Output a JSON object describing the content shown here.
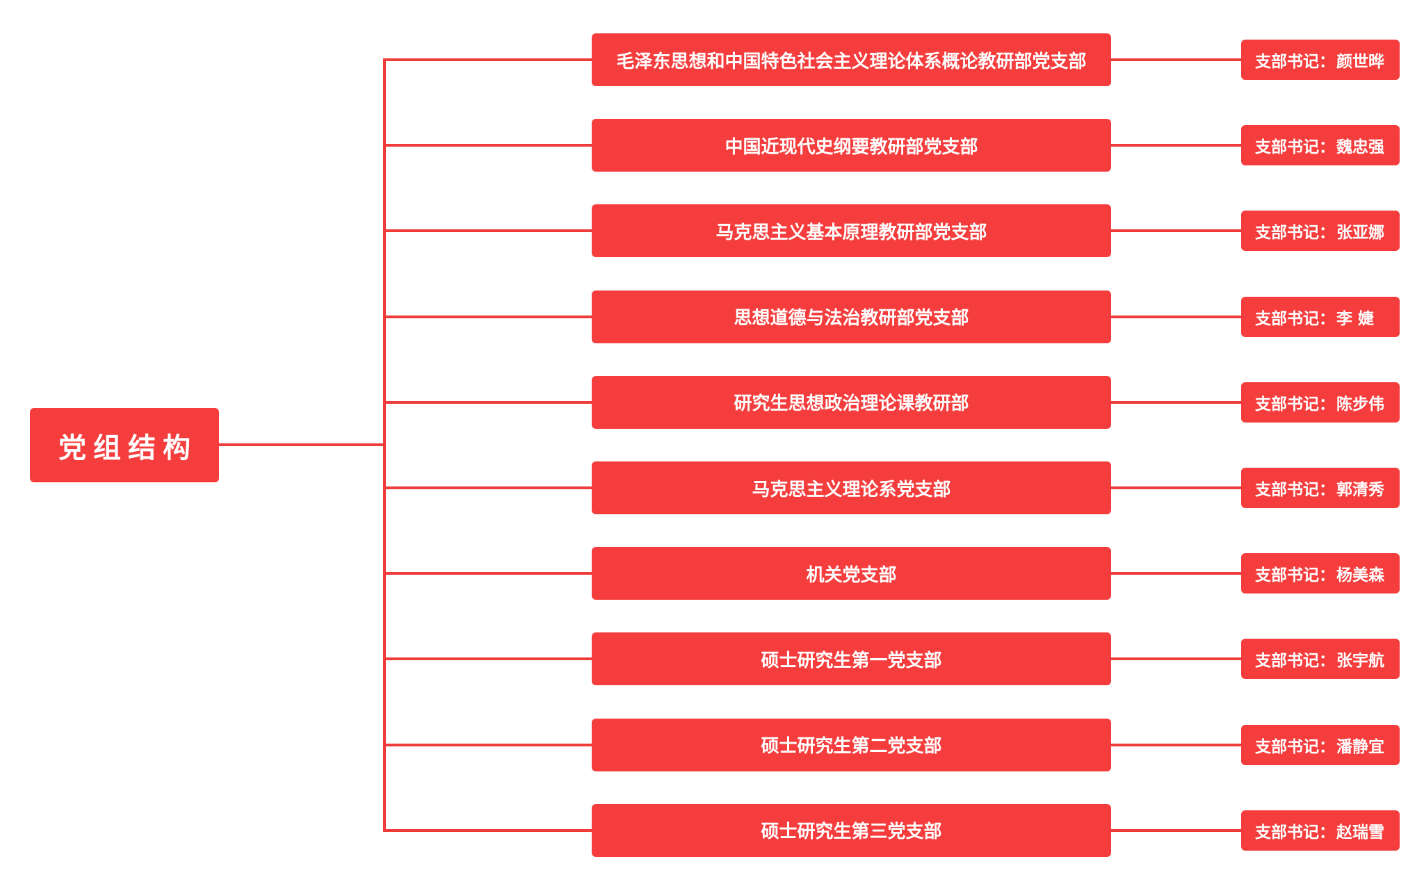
{
  "root": {
    "label": "党组结构"
  },
  "secretary_prefix": "支部书记：",
  "branches": [
    {
      "name": "毛泽东思想和中国特色社会主义理论体系概论教研部党支部",
      "secretary": "颜世晔"
    },
    {
      "name": "中国近现代史纲要教研部党支部",
      "secretary": "魏忠强"
    },
    {
      "name": "马克思主义基本原理教研部党支部",
      "secretary": "张亚娜"
    },
    {
      "name": "思想道德与法治教研部党支部",
      "secretary": "李 婕"
    },
    {
      "name": "研究生思想政治理论课教研部",
      "secretary": "陈步伟"
    },
    {
      "name": "马克思主义理论系党支部",
      "secretary": "郭清秀"
    },
    {
      "name": "机关党支部",
      "secretary": "杨美森"
    },
    {
      "name": "硕士研究生第一党支部",
      "secretary": "张宇航"
    },
    {
      "name": "硕士研究生第二党支部",
      "secretary": "潘静宜"
    },
    {
      "name": "硕士研究生第三党支部",
      "secretary": "赵瑞雪"
    }
  ],
  "colors": {
    "box": "#f43d3c",
    "line": "#ef3b3a",
    "text": "#ffffff"
  }
}
